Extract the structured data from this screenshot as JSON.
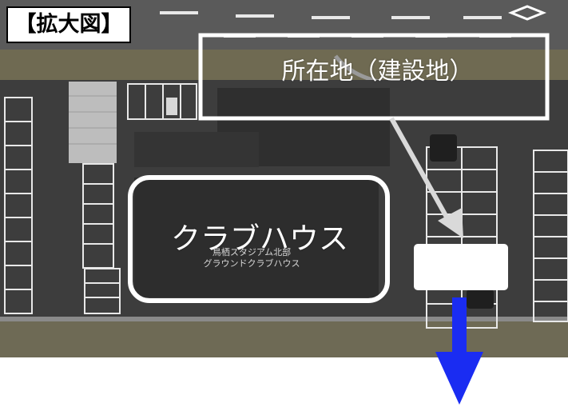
{
  "title_label": "【拡大図】",
  "location_label": "所在地（建設地）",
  "clubhouse_label": "クラブハウス",
  "map_caption": {
    "line1": "鳥栖スタジアム北部",
    "line2": "グラウンドクラブハウス"
  },
  "colors": {
    "asphalt": "#3d3d3d",
    "roof": "#2e2e2e",
    "outline": "#ffffff",
    "arrow_blue": "#1a2cf2",
    "arrow_gray": "#d9d9d9"
  }
}
